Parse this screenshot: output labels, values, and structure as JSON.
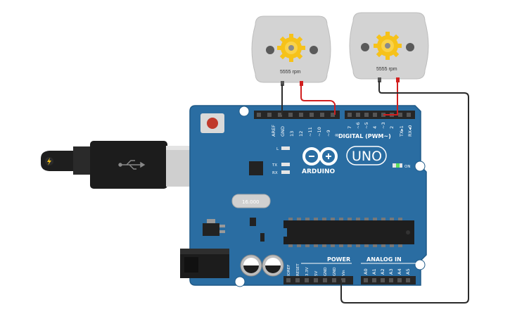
{
  "colors": {
    "board": "#2a6da2",
    "board_edge": "#1f5a88",
    "wire_black": "#2b2b2b",
    "wire_red": "#d11f1f",
    "motor_body": "#d3d3d3",
    "gear": "#f6c21a",
    "led_on": "#5ee05e"
  },
  "motors": [
    {
      "rpm_label": "5555 rpm"
    },
    {
      "rpm_label": "5555 rpm"
    }
  ],
  "board": {
    "brand": "ARDUINO",
    "model": "UNO",
    "digital_header": "DIGITAL (PWM~)",
    "power_header": "POWER",
    "analog_header": "ANALOG IN",
    "on_label": "ON",
    "led_l": "L",
    "led_tx": "TX",
    "led_rx": "RX",
    "crystal_label": "16.000",
    "digital_left_pins": [
      "AREF",
      "GND",
      "13",
      "12",
      "~11",
      "~10",
      "~9",
      "8"
    ],
    "digital_right_pins": [
      "7",
      "~6",
      "~5",
      "4",
      "~3",
      "2",
      "TX▸1",
      "RX◂0"
    ],
    "power_pins": [
      "IOREF",
      "RESET",
      "3.3V",
      "5V",
      "GND",
      "GND",
      "Vin"
    ],
    "analog_pins": [
      "A0",
      "A1",
      "A2",
      "A3",
      "A4",
      "A5"
    ]
  },
  "icons": {
    "usb": "usb-icon",
    "lightning": "lightning-icon"
  }
}
